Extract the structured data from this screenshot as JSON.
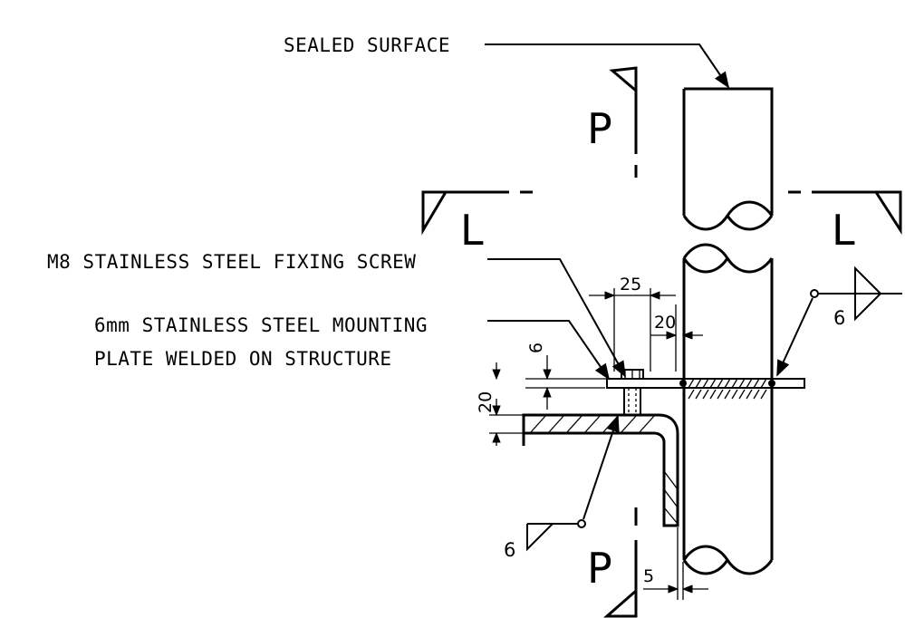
{
  "labels": {
    "sealed_surface": "SEALED SURFACE",
    "fixing_screw": "M8 STAINLESS STEEL FIXING SCREW",
    "mounting_plate_line1": "6mm STAINLESS STEEL MOUNTING",
    "mounting_plate_line2": "PLATE WELDED ON STRUCTURE"
  },
  "section_markers": {
    "p_top": "P",
    "p_bottom": "P",
    "l_left": "L",
    "l_right": "L"
  },
  "dimensions": {
    "d25": "25",
    "d20_top": "20",
    "d6": "6",
    "d20_left": "20",
    "d5": "5"
  },
  "weld_symbols": {
    "fillet_right": "6",
    "fillet_bottom": "6"
  }
}
